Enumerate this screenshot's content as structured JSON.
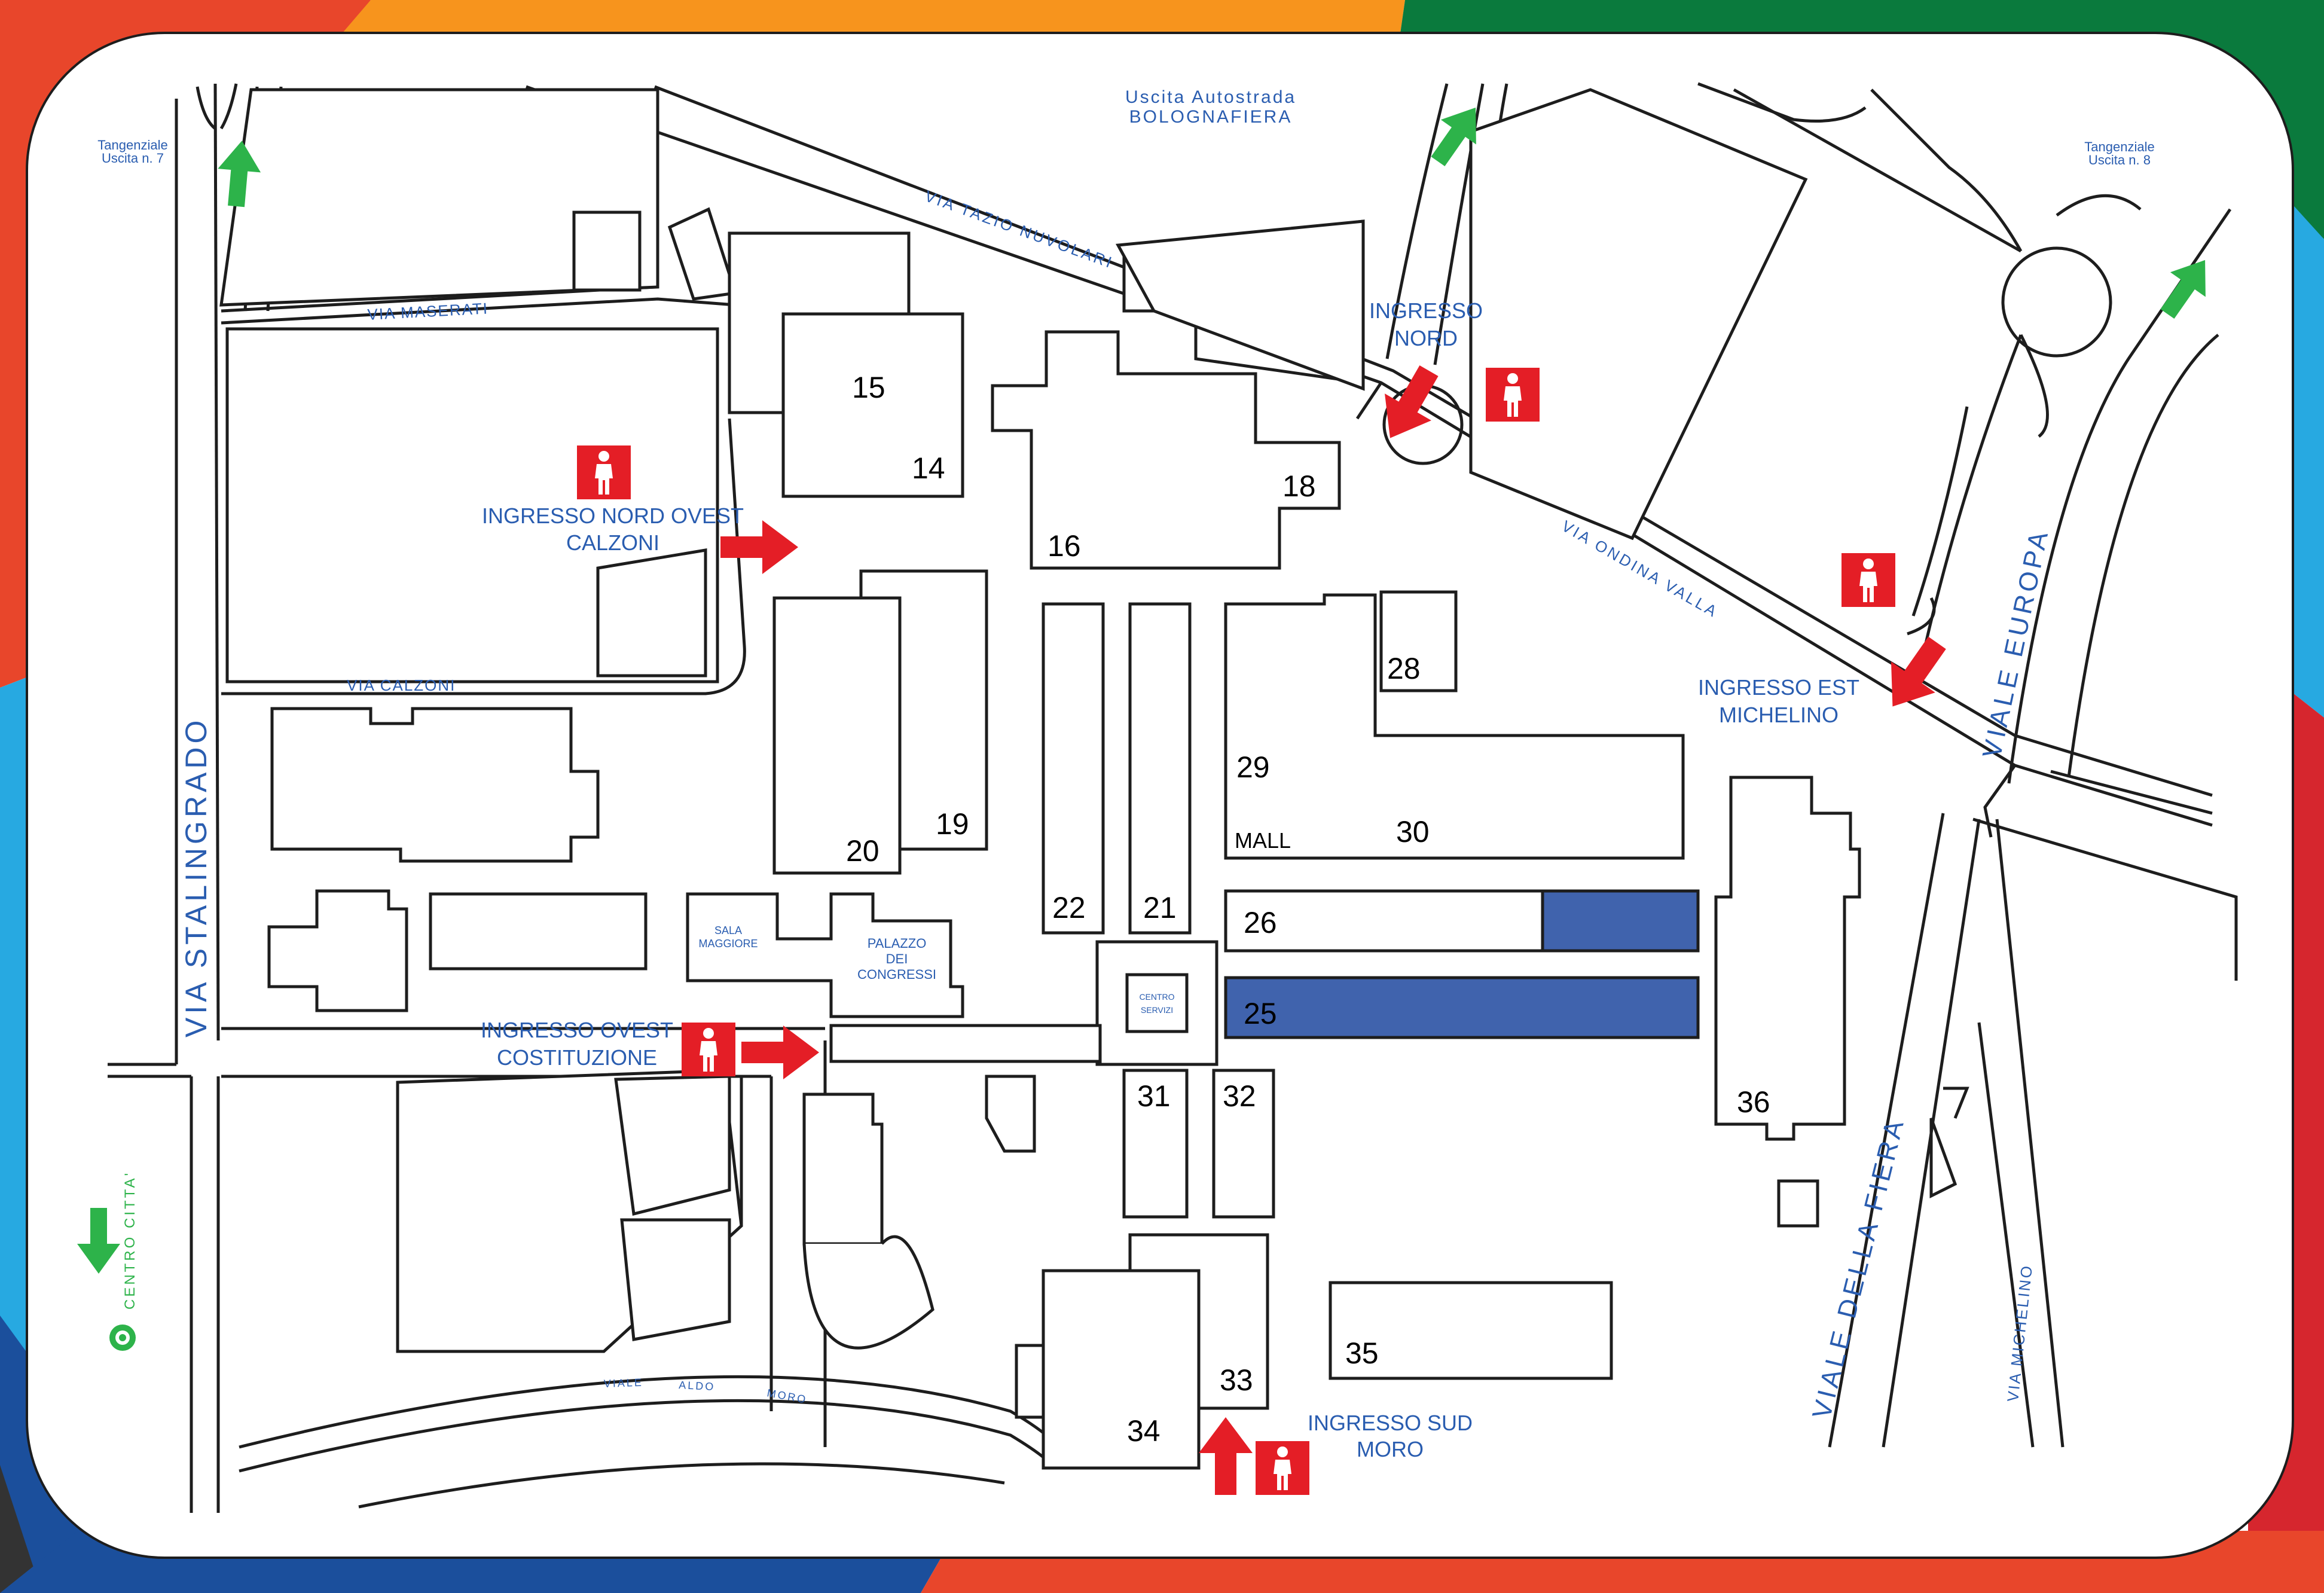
{
  "colors": {
    "label_blue": "#2a5db0",
    "entrance_red": "#e41e26",
    "exit_green": "#2db34a",
    "highlight_blue": "#4063ad",
    "frame_colors": [
      "#e8462b",
      "#f7941d",
      "#0a7a3d",
      "#27a9e1",
      "#1b4f9c",
      "#d6262e"
    ]
  },
  "icons": {
    "entrance": "pedestrian-icon",
    "entrance_arrow": "red-arrow-icon",
    "exit": "green-arrow-icon",
    "city_centre": "target-icon"
  },
  "exits": {
    "autostrada": [
      "Uscita Autostrada",
      "BOLOGNAFIERA"
    ],
    "tangenziale_7": [
      "Tangenziale",
      "Uscita n. 7"
    ],
    "tangenziale_8": [
      "Tangenziale",
      "Uscita n. 8"
    ],
    "city_centre": "CENTRO CITTA'"
  },
  "entrances": {
    "nord": [
      "INGRESSO",
      "NORD"
    ],
    "nord_ovest": [
      "INGRESSO NORD OVEST",
      "CALZONI"
    ],
    "est": [
      "INGRESSO EST",
      "MICHELINO"
    ],
    "ovest": [
      "INGRESSO OVEST",
      "COSTITUZIONE"
    ],
    "sud": [
      "INGRESSO SUD",
      "MORO"
    ]
  },
  "streets": {
    "nuvolari": "VIA TAZIO NUVOLARI",
    "maserati": "VIA MASERATI",
    "calzoni": "VIA CALZONI",
    "stalingrado": "VIA STALINGRADO",
    "ondina": "VIA ONDINA VALLA",
    "europa": "VIALE EUROPA",
    "fiera": "VIALE DELLA FIERA",
    "michelino": "VIA MICHELINO",
    "viale": "VIALE",
    "aldo": "ALDO",
    "moro": "MORO"
  },
  "venues": {
    "sala": [
      "SALA",
      "MAGGIORE"
    ],
    "palazzo": [
      "PALAZZO",
      "DEI",
      "CONGRESSI"
    ],
    "centro": [
      "CENTRO",
      "SERVIZI"
    ],
    "mall": "MALL"
  },
  "halls": {
    "h14": "14",
    "h15": "15",
    "h16": "16",
    "h18": "18",
    "h19": "19",
    "h20": "20",
    "h21": "21",
    "h22": "22",
    "h25": "25",
    "h26": "26",
    "h28": "28",
    "h29": "29",
    "h30": "30",
    "h31": "31",
    "h32": "32",
    "h33": "33",
    "h34": "34",
    "h35": "35",
    "h36": "36"
  }
}
